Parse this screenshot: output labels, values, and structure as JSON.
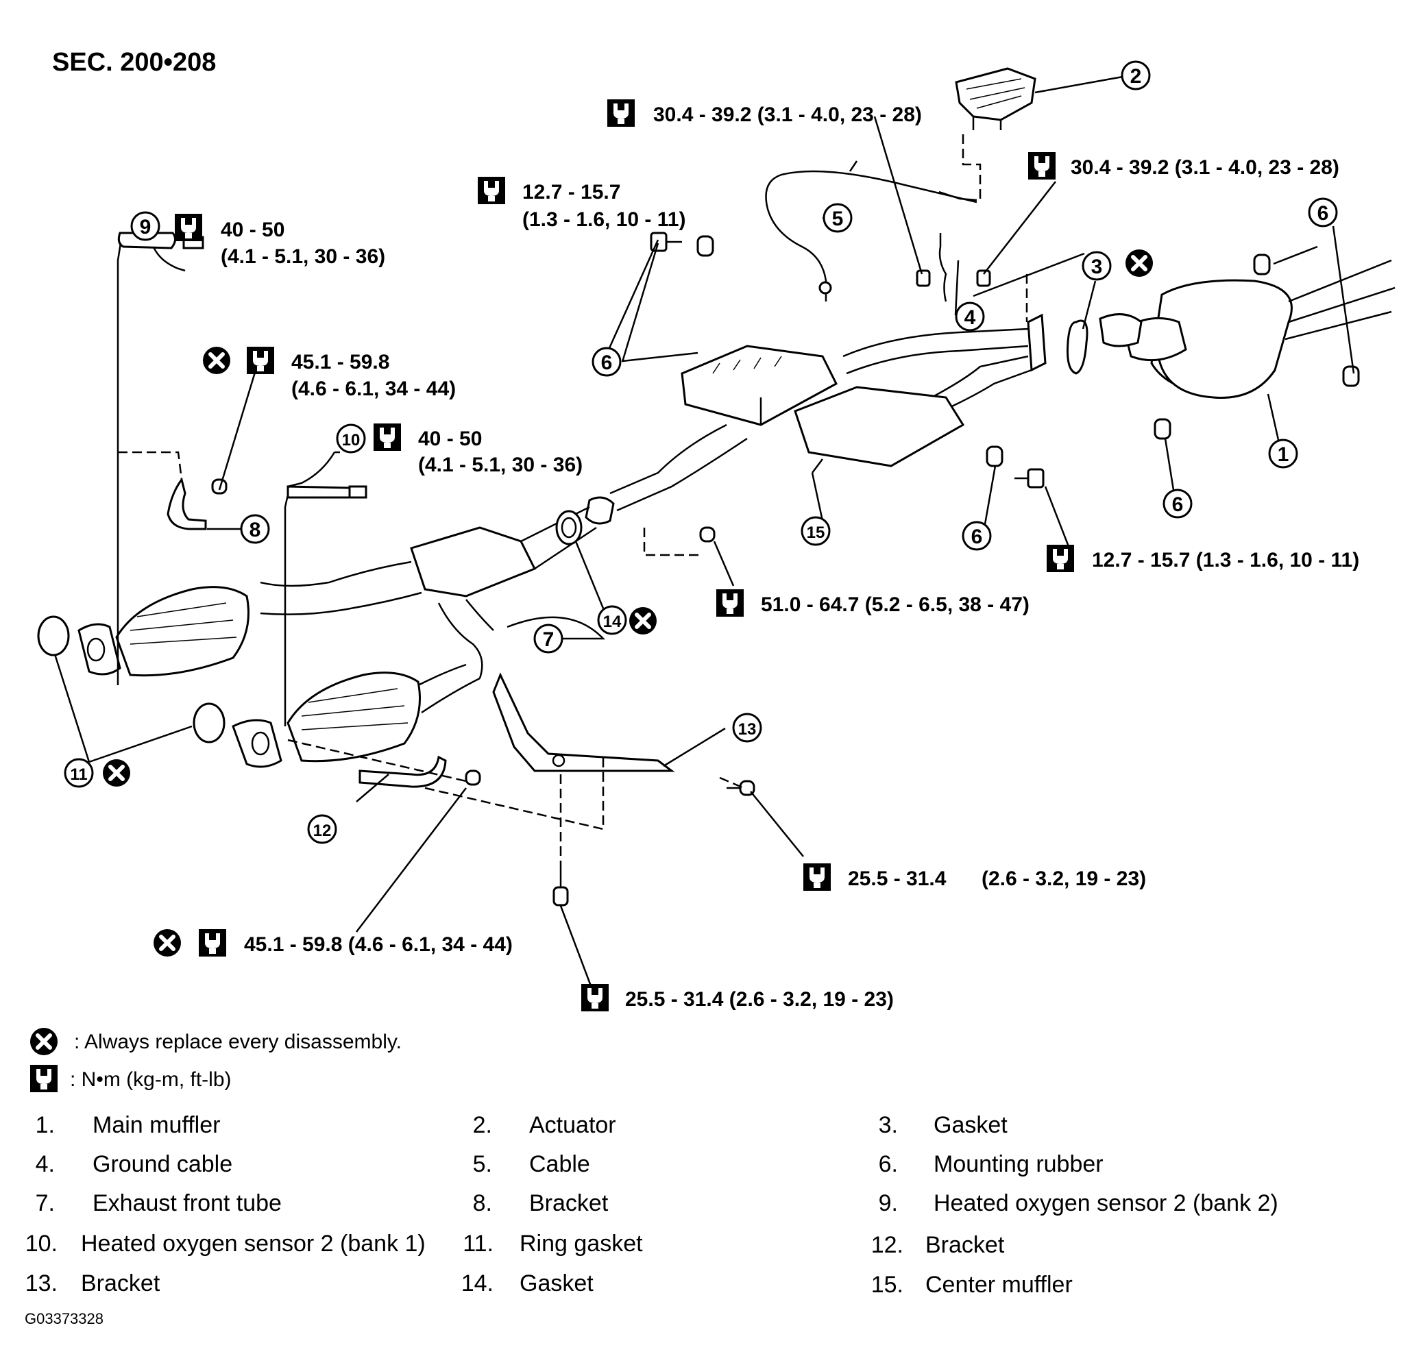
{
  "section": "SEC. 200•208",
  "torque": {
    "t1": "30.4 - 39.2 (3.1 - 4.0, 23 - 28)",
    "t2": "30.4 - 39.2 (3.1 - 4.0, 23 - 28)",
    "t3a": "12.7 - 15.7",
    "t3b": "(1.3 - 1.6, 10 - 11)",
    "t4a": "40 - 50",
    "t4b": "(4.1 - 5.1, 30 - 36)",
    "t5a": "45.1 - 59.8",
    "t5b": "(4.6 - 6.1, 34 - 44)",
    "t6a": "40 - 50",
    "t6b": "(4.1 - 5.1, 30 - 36)",
    "t7": "12.7 - 15.7 (1.3 - 1.6, 10 - 11)",
    "t8": "51.0 - 64.7 (5.2 - 6.5, 38 - 47)",
    "t9a": "25.5 - 31.4",
    "t9b": "(2.6 - 3.2, 19 - 23)",
    "t10": "45.1 - 59.8 (4.6 - 6.1, 34 - 44)",
    "t11": "25.5 - 31.4 (2.6 - 3.2, 19 - 23)"
  },
  "callouts": {
    "c1": "1",
    "c2": "2",
    "c3": "3",
    "c4": "4",
    "c5": "5",
    "c6a": "6",
    "c6b": "6",
    "c6c": "6",
    "c6d": "6",
    "c7": "7",
    "c8": "8",
    "c9": "9",
    "c10": "10",
    "c11": "11",
    "c12": "12",
    "c13": "13",
    "c14": "14",
    "c15": "15"
  },
  "legend": {
    "replace": ": Always replace every disassembly.",
    "units": ":  N•m  (kg-m,  ft-lb)"
  },
  "parts": [
    {
      "num": "1.",
      "name": "Main muffler"
    },
    {
      "num": "2.",
      "name": "Actuator"
    },
    {
      "num": "3.",
      "name": "Gasket"
    },
    {
      "num": "4.",
      "name": "Ground cable"
    },
    {
      "num": "5.",
      "name": "Cable"
    },
    {
      "num": "6.",
      "name": "Mounting rubber"
    },
    {
      "num": "7.",
      "name": "Exhaust front tube"
    },
    {
      "num": "8.",
      "name": "Bracket"
    },
    {
      "num": "9.",
      "name": "Heated oxygen sensor 2 (bank 2)"
    },
    {
      "num": "10.",
      "name": "Heated oxygen sensor 2 (bank 1)"
    },
    {
      "num": "11.",
      "name": "Ring gasket"
    },
    {
      "num": "12.",
      "name": "Bracket"
    },
    {
      "num": "13.",
      "name": "Bracket"
    },
    {
      "num": "14.",
      "name": "Gasket"
    },
    {
      "num": "15.",
      "name": "Center muffler"
    }
  ],
  "figure_code": "G03373328"
}
